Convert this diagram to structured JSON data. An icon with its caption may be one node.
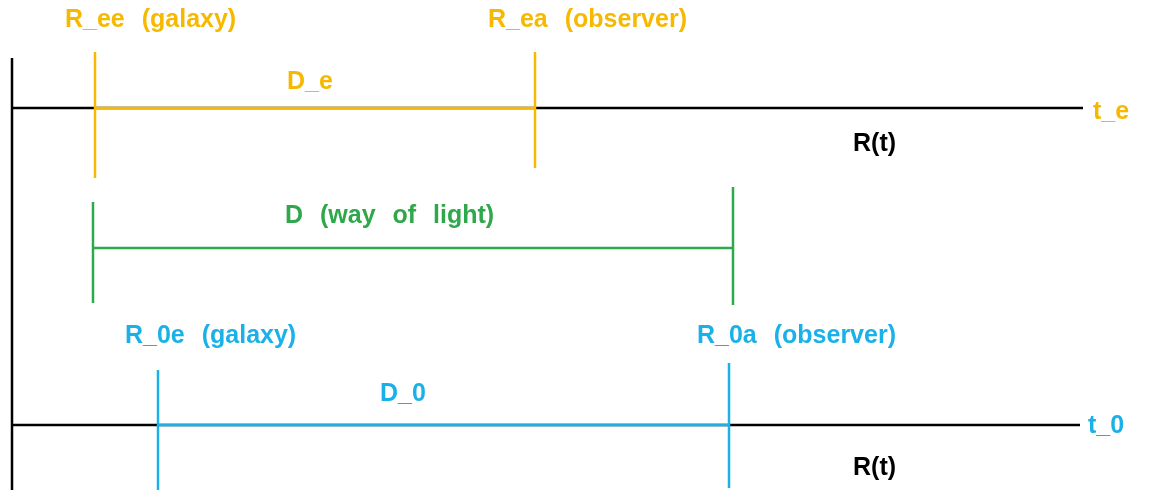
{
  "diagram": {
    "labels": [
      "R_ee (galaxy)",
      "R_ea (observer)",
      "D_e",
      "t_e",
      "R(t)",
      "D (way of light)",
      "R_0e (galaxy)",
      "R_0a (observer)",
      "D_0",
      "t_0",
      "R(t)"
    ]
  }
}
